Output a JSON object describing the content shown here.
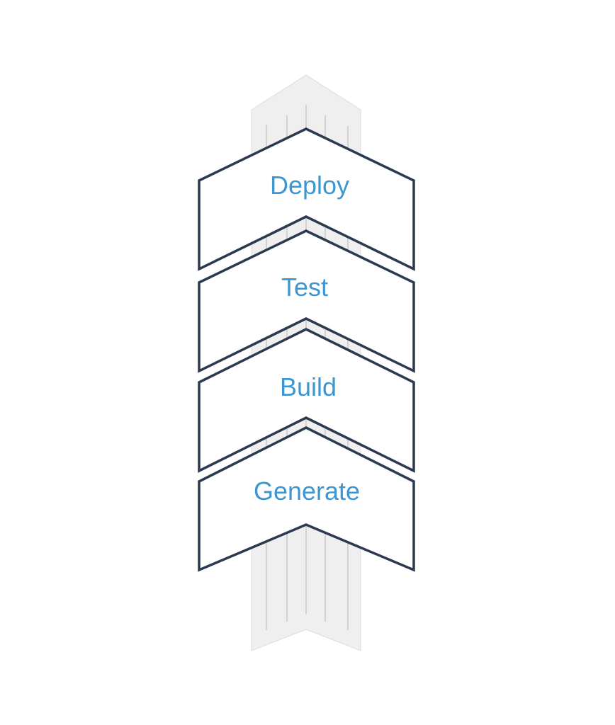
{
  "diagram": {
    "stages": [
      {
        "label": "Deploy"
      },
      {
        "label": "Test"
      },
      {
        "label": "Build"
      },
      {
        "label": "Generate"
      }
    ],
    "colors": {
      "stage_outline": "#2b3a4e",
      "stage_fill": "#ffffff",
      "label_text": "#3d96d0",
      "arrow_fill": "#efefef",
      "arrow_stroke": "#dcdcdc",
      "arrow_lines": "#d2d2d2"
    }
  }
}
